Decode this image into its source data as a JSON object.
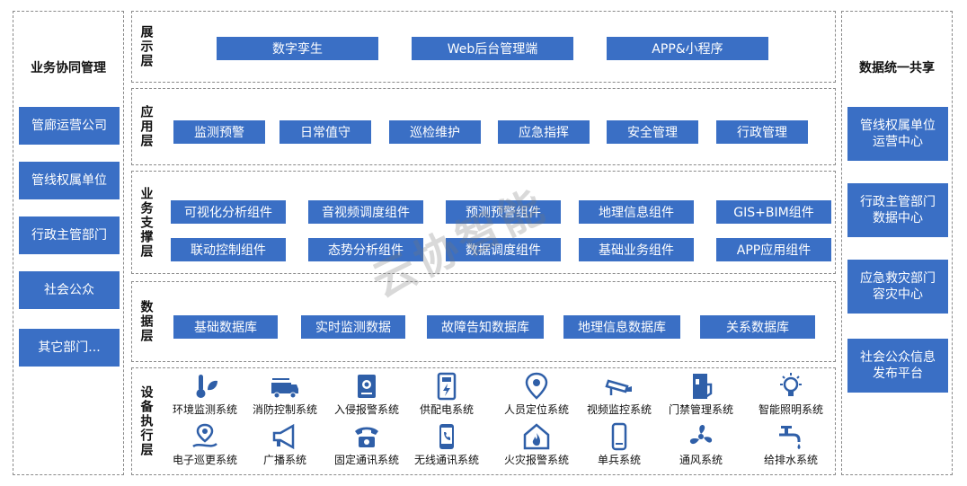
{
  "left_panel": {
    "title": "业务协同管理",
    "items": [
      "管廊运营公司",
      "管线权属单位",
      "行政主管部门",
      "社会公众",
      "其它部门..."
    ]
  },
  "right_panel": {
    "title": "数据统一共享",
    "items": [
      [
        "管线权属单位",
        "运营中心"
      ],
      [
        "行政主管部门",
        "数据中心"
      ],
      [
        "应急救灾部门",
        "容灾中心"
      ],
      [
        "社会公众信息",
        "发布平台"
      ]
    ]
  },
  "layers": {
    "display": {
      "label": "展示层",
      "items": [
        "数字孪生",
        "Web后台管理端",
        "APP&小程序"
      ]
    },
    "application": {
      "label": "应用层",
      "items": [
        "监测预警",
        "日常值守",
        "巡检维护",
        "应急指挥",
        "安全管理",
        "行政管理"
      ]
    },
    "business_support": {
      "label": "业务支撑层",
      "row1": [
        "可视化分析组件",
        "音视频调度组件",
        "预测预警组件",
        "地理信息组件",
        "GIS+BIM组件"
      ],
      "row2": [
        "联动控制组件",
        "态势分析组件",
        "数据调度组件",
        "基础业务组件",
        "APP应用组件"
      ]
    },
    "data": {
      "label": "数据层",
      "items": [
        "基础数据库",
        "实时监测数据",
        "故障告知数据库",
        "地理信息数据库",
        "关系数据库"
      ]
    },
    "device": {
      "label": "设备执行层",
      "row1": [
        {
          "label": "环境监测系统",
          "icon": "thermometer-leaf-icon"
        },
        {
          "label": "消防控制系统",
          "icon": "fire-truck-icon"
        },
        {
          "label": "入侵报警系统",
          "icon": "alarm-panel-icon"
        },
        {
          "label": "供配电系统",
          "icon": "power-meter-icon"
        },
        {
          "label": "人员定位系统",
          "icon": "location-pin-icon"
        },
        {
          "label": "视频监控系统",
          "icon": "cctv-camera-icon"
        },
        {
          "label": "门禁管理系统",
          "icon": "access-door-icon"
        },
        {
          "label": "智能照明系统",
          "icon": "light-bulb-icon"
        }
      ],
      "row2": [
        {
          "label": "电子巡更系统",
          "icon": "patrol-route-icon"
        },
        {
          "label": "广播系统",
          "icon": "megaphone-icon"
        },
        {
          "label": "固定通讯系统",
          "icon": "desk-phone-icon"
        },
        {
          "label": "无线通讯系统",
          "icon": "mobile-phone-icon"
        },
        {
          "label": "火灾报警系统",
          "icon": "fire-house-icon"
        },
        {
          "label": "单兵系统",
          "icon": "handheld-device-icon"
        },
        {
          "label": "通风系统",
          "icon": "fan-icon"
        },
        {
          "label": "给排水系统",
          "icon": "water-valve-icon"
        }
      ]
    }
  },
  "watermark": "云协智能",
  "colors": {
    "box": "#3a6fc5",
    "icon": "#2f5fa8"
  }
}
